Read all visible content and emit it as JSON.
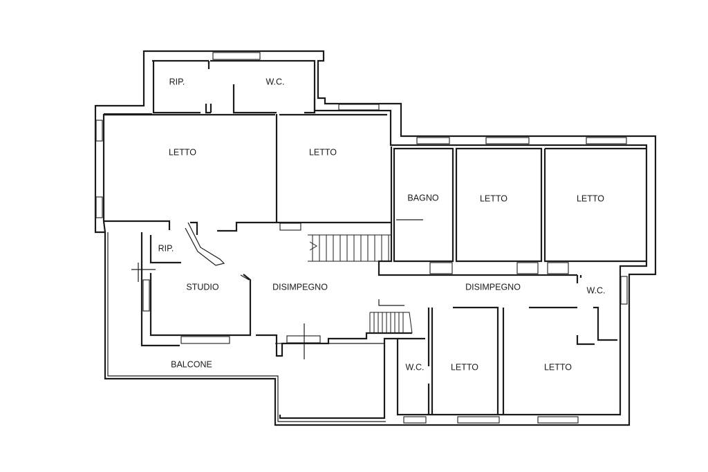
{
  "colors": {
    "background": "#ffffff",
    "ink": "#1a1a1a"
  },
  "rooms": {
    "rip_top": "RIP.",
    "wc_top": "W.C.",
    "letto_nw": "LETTO",
    "letto_n": "LETTO",
    "bagno": "BAGNO",
    "letto_ne1": "LETTO",
    "letto_ne2": "LETTO",
    "rip_mid": "RIP.",
    "studio": "STUDIO",
    "disimpegno_w": "DISIMPEGNO",
    "disimpegno_e": "DISIMPEGNO",
    "wc_e": "W.C.",
    "balcone": "BALCONE",
    "wc_s": "W.C.",
    "letto_s1": "LETTO",
    "letto_s2": "LETTO"
  }
}
